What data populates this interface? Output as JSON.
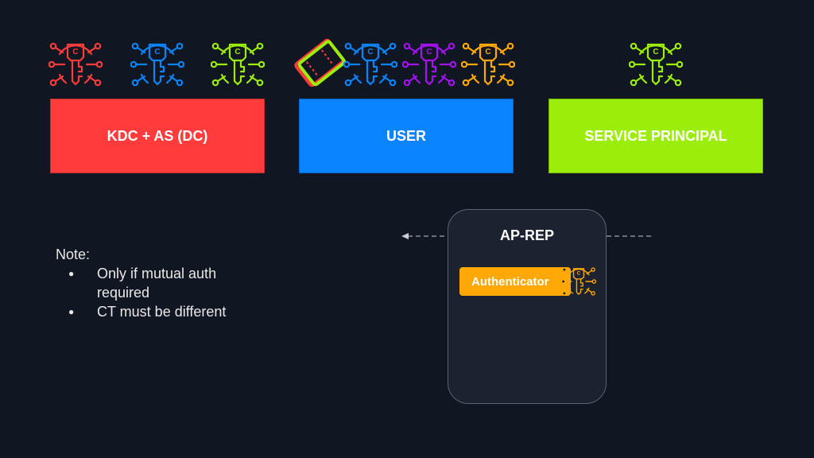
{
  "colors": {
    "background": "#111722",
    "kdc": "#ff3b3b",
    "user": "#0a84ff",
    "service": "#9ded0a",
    "purple": "#a313f2",
    "orange": "#ffa806"
  },
  "keys": {
    "kdc": {
      "icon": "key-icon",
      "letter": "C",
      "color": "#ff3b3b"
    },
    "user": {
      "icon": "key-icon",
      "letter": "C",
      "color": "#0a84ff"
    },
    "service": {
      "icon": "key-icon",
      "letter": "C",
      "color": "#9ded0a"
    },
    "ticket": {
      "icon": "ticket-icon",
      "color": "#ff3b3b",
      "accent": "#9ded0a"
    },
    "user_blue": {
      "icon": "key-icon",
      "letter": "C",
      "color": "#0a84ff"
    },
    "user_purple": {
      "icon": "key-icon",
      "letter": "C",
      "color": "#a313f2"
    },
    "user_orange": {
      "icon": "key-icon",
      "letter": "C",
      "color": "#ffa806"
    },
    "sp": {
      "icon": "key-icon",
      "letter": "C",
      "color": "#9ded0a"
    },
    "authenticator": {
      "icon": "key-icon",
      "letter": "C",
      "color": "#ffa806"
    }
  },
  "boxes": {
    "kdc": "KDC + AS (DC)",
    "user": "USER",
    "service": "SERVICE PRINCIPAL"
  },
  "message": {
    "title": "AP-REP",
    "payload": "Authenticator"
  },
  "note": {
    "heading": "Note:",
    "items": [
      "Only if mutual auth required",
      "CT must be different"
    ]
  }
}
